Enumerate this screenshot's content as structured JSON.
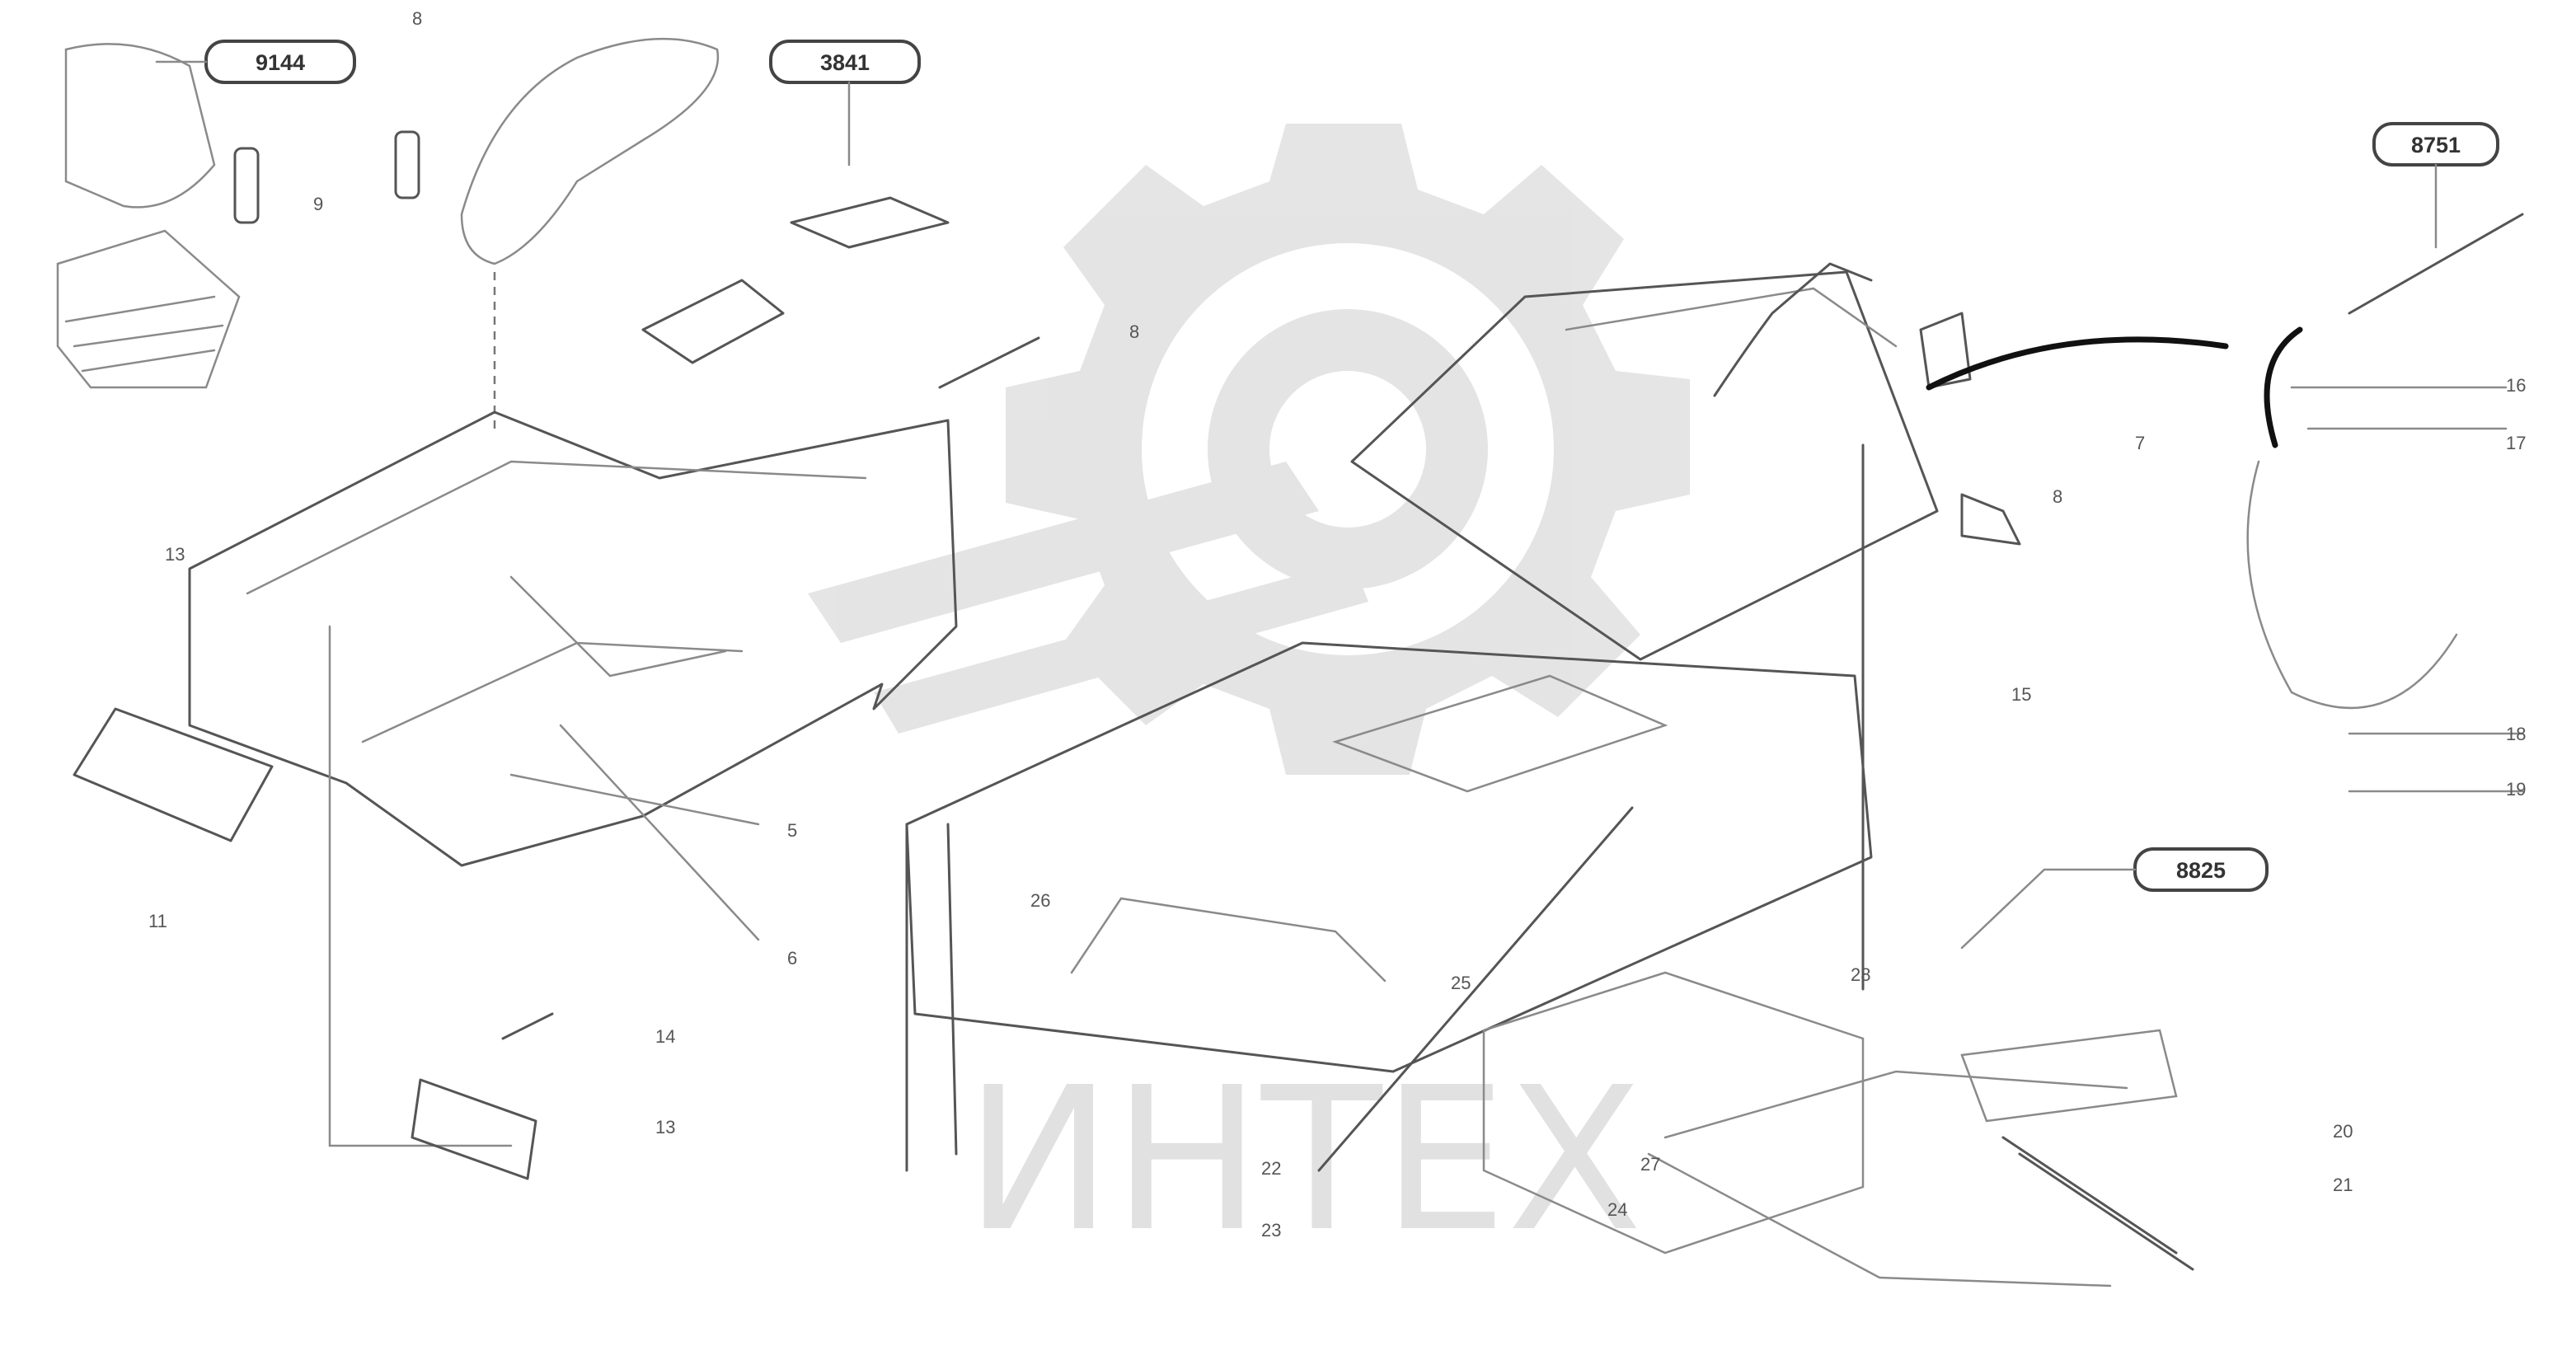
{
  "diagram": {
    "reference_labels": [
      "9144",
      "3841",
      "8751",
      "8825"
    ],
    "callouts": [
      "8",
      "13",
      "9",
      "8",
      "5",
      "6",
      "11",
      "14",
      "13",
      "7",
      "8",
      "15",
      "16",
      "17",
      "18",
      "19",
      "20",
      "21",
      "22",
      "23",
      "24",
      "25",
      "26",
      "27",
      "28"
    ],
    "watermark": {
      "text": "ИНТЕХ",
      "icon": "gear-logo-icon"
    }
  }
}
